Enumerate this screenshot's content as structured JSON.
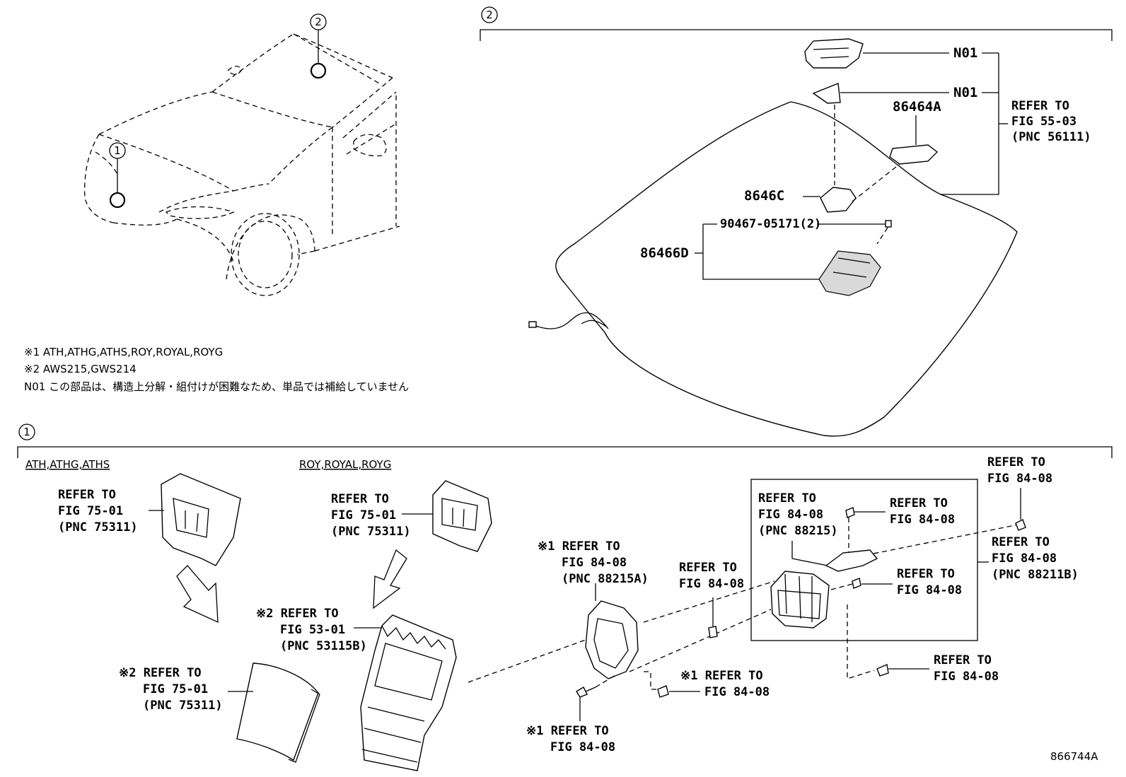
{
  "callouts": {
    "c1": "1",
    "c2": "2"
  },
  "notes": {
    "n1": "※1 ATH,ATHG,ATHS,ROY,ROYAL,ROYG",
    "n2": "※2 AWS215,GWS214",
    "n3": "N01  この部品は、構造上分解・組付けが困難なため、単品では補給していません"
  },
  "section2": {
    "part_n01_a": "N01",
    "part_n01_b": "N01",
    "part_86464a": "86464A",
    "part_8646c": "8646C",
    "part_90467": "90467-05171(2)",
    "part_86466d": "86466D",
    "refer": [
      "REFER TO",
      "FIG 55-03",
      "(PNC 56111)"
    ]
  },
  "section1": {
    "variant_a": "ATH,ATHG,ATHS",
    "variant_b": "ROY,ROYAL,ROYG",
    "ref_a1": [
      "REFER TO",
      "FIG 75-01",
      "(PNC 75311)"
    ],
    "ref_b1": [
      "REFER TO",
      "FIG 75-01",
      "(PNC 75311)"
    ],
    "ref_a2": [
      "※2 REFER TO",
      "FIG 75-01",
      "(PNC 75311)"
    ],
    "ref_b2": [
      "※2 REFER TO",
      "FIG 53-01",
      "(PNC 53115B)"
    ],
    "ref_bracket": [
      "※1 REFER TO",
      "FIG 84-08",
      "(PNC 88215A)"
    ],
    "ref_screw_bottom": [
      "※1 REFER TO",
      "FIG 84-08"
    ],
    "ref_clip": [
      "※1 REFER TO",
      "FIG 84-08"
    ],
    "ref_mid": [
      "REFER TO",
      "FIG 84-08"
    ],
    "ref_box_left": [
      "REFER TO",
      "FIG 84-08",
      "(PNC 88215)"
    ],
    "ref_box_top": [
      "REFER TO",
      "FIG 84-08"
    ],
    "ref_box_mid": [
      "REFER TO",
      "FIG 84-08"
    ],
    "ref_top_right": [
      "REFER TO",
      "FIG 84-08"
    ],
    "ref_right": [
      "REFER TO",
      "FIG 84-08",
      "(PNC 88211B)"
    ],
    "ref_bottom_right": [
      "REFER TO",
      "FIG 84-08"
    ]
  },
  "figure_id": "866744A"
}
